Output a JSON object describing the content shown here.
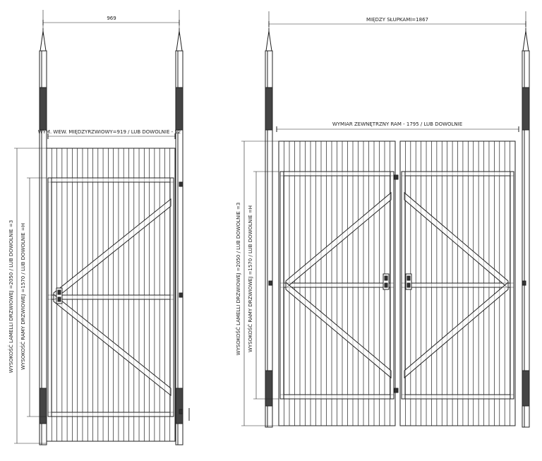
{
  "single_gate": {
    "top_dimension": "969",
    "inner_width_label": "WYM. WEW. MIĘDZYRZWIOWY=919 / LUB DOWOLNIE - 12",
    "height_slats_label": "WYSOKOŚĆ LAMELLI DRZWIOWEJ =2050 / LUB DOWOLNIE =3",
    "height_frame_label": "WYSOKOŚĆ RAMY DRZWIOWEJ =1570 / LUB DOWOLNIE =H"
  },
  "double_gate": {
    "top_dimension": "MIĘDZY SŁUPKAMI=1867",
    "outer_width_label": "WYMIAR ZEWNĘTRZNY RAM - 1795 / LUB DOWOLNIE",
    "height_slats_label": "WYSOKOŚĆ LAMELLI DRZWIOWEJ =2050 / LUB DOWOLNIE =3",
    "height_frame_label": "WYSOKOŚĆ RAMY DRZWIOWEJ =1570 / LUB DOWOLNIE =H"
  },
  "colors": {
    "line": "#222222",
    "paper": "#ffffff"
  }
}
